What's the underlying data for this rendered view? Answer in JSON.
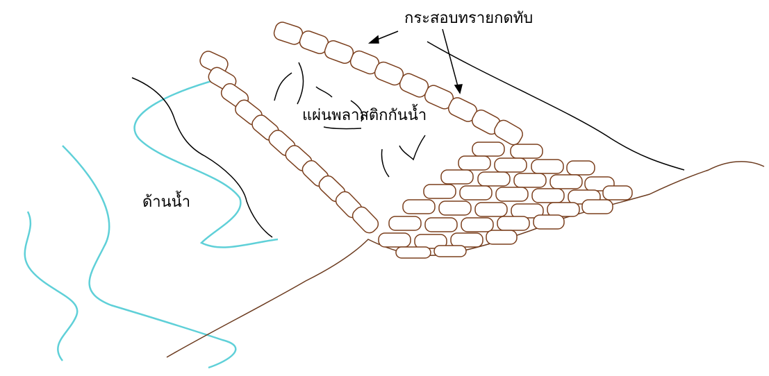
{
  "diagram": {
    "labels": {
      "sandbags": "กระสอบทรายกดทับ",
      "plastic_sheet": "แผ่นพลาสติกกันน้ำ",
      "water_side": "ด้านน้ำ"
    },
    "colors": {
      "water": "#5fd0d8",
      "ground": "#6b3a1e",
      "sandbag_outline": "#7a3e1c",
      "lines": "#000000"
    }
  }
}
